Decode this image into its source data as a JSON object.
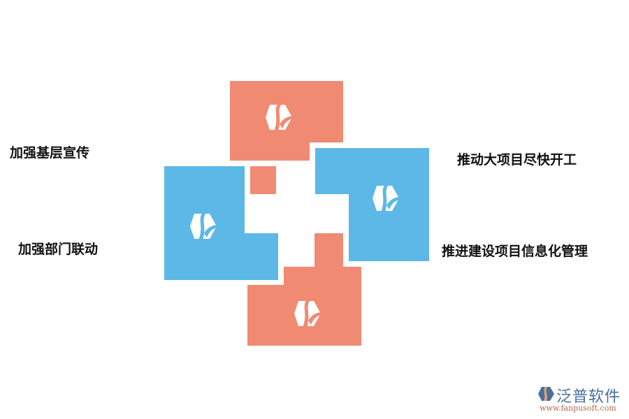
{
  "colors": {
    "coral": "#f18a72",
    "blue": "#5cb8e6",
    "text": "#111111",
    "watermark_blue": "#4a6f9a",
    "watermark_orange": "#b66a4a"
  },
  "labels": {
    "top_left": "加强基层宣传",
    "bottom_left": "加强部门联动",
    "top_right": "推动大项目尽快开工",
    "bottom_right": "推进建设项目信息化管理"
  },
  "watermark": {
    "brand": "泛普软件",
    "url": "www.fanpusoft.com"
  },
  "icons": {
    "block_icon": "hexagon-leaf-logo-icon"
  }
}
